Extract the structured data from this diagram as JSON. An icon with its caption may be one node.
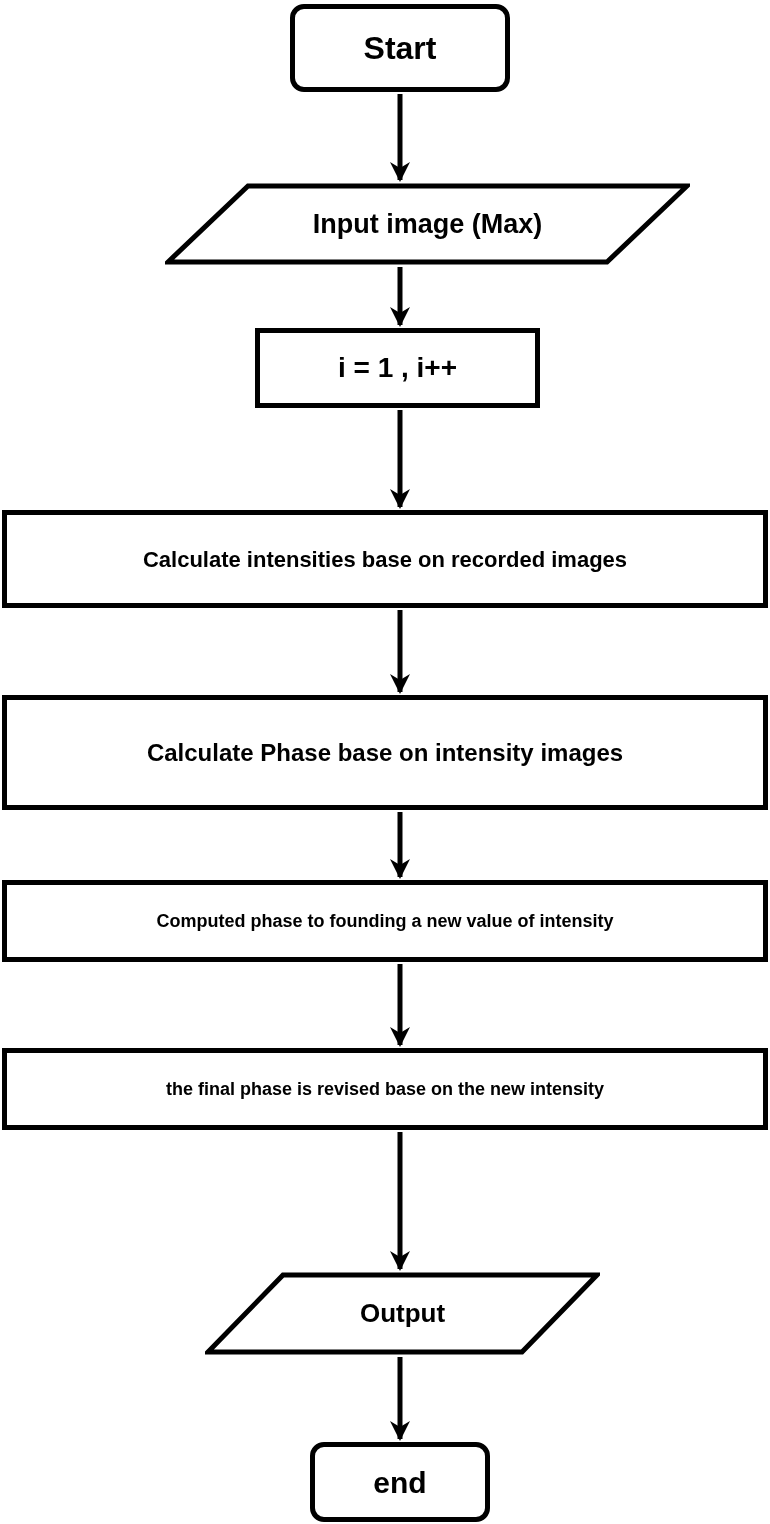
{
  "diagram": {
    "nodes": [
      {
        "text": [
          "Start"
        ]
      },
      {
        "text": [
          "Input image (Max)"
        ]
      },
      {
        "text": [
          "i = 1 , i++"
        ]
      },
      {
        "text": [
          "Calculate  intensities base on  recorded images"
        ]
      },
      {
        "text": [
          "Calculate Phase base on intensity images"
        ]
      },
      {
        "text": [
          "Computed phase to founding a new value of intensity"
        ]
      },
      {
        "text": [
          "the final phase is revised base on the new intensity"
        ]
      },
      {
        "text": [
          "Output"
        ]
      },
      {
        "text": [
          "end"
        ]
      }
    ],
    "edges": [
      {
        "from": 0,
        "to": 1,
        "arrow": "to"
      },
      {
        "from": 1,
        "to": 2,
        "arrow": "to"
      },
      {
        "from": 2,
        "to": 3,
        "arrow": "to"
      },
      {
        "from": 3,
        "to": 4,
        "arrow": "to"
      },
      {
        "from": 4,
        "to": 5,
        "arrow": "to"
      },
      {
        "from": 5,
        "to": 6,
        "arrow": "to"
      },
      {
        "from": 6,
        "to": 7,
        "arrow": "to"
      },
      {
        "from": 7,
        "to": 8,
        "arrow": "to"
      }
    ]
  }
}
